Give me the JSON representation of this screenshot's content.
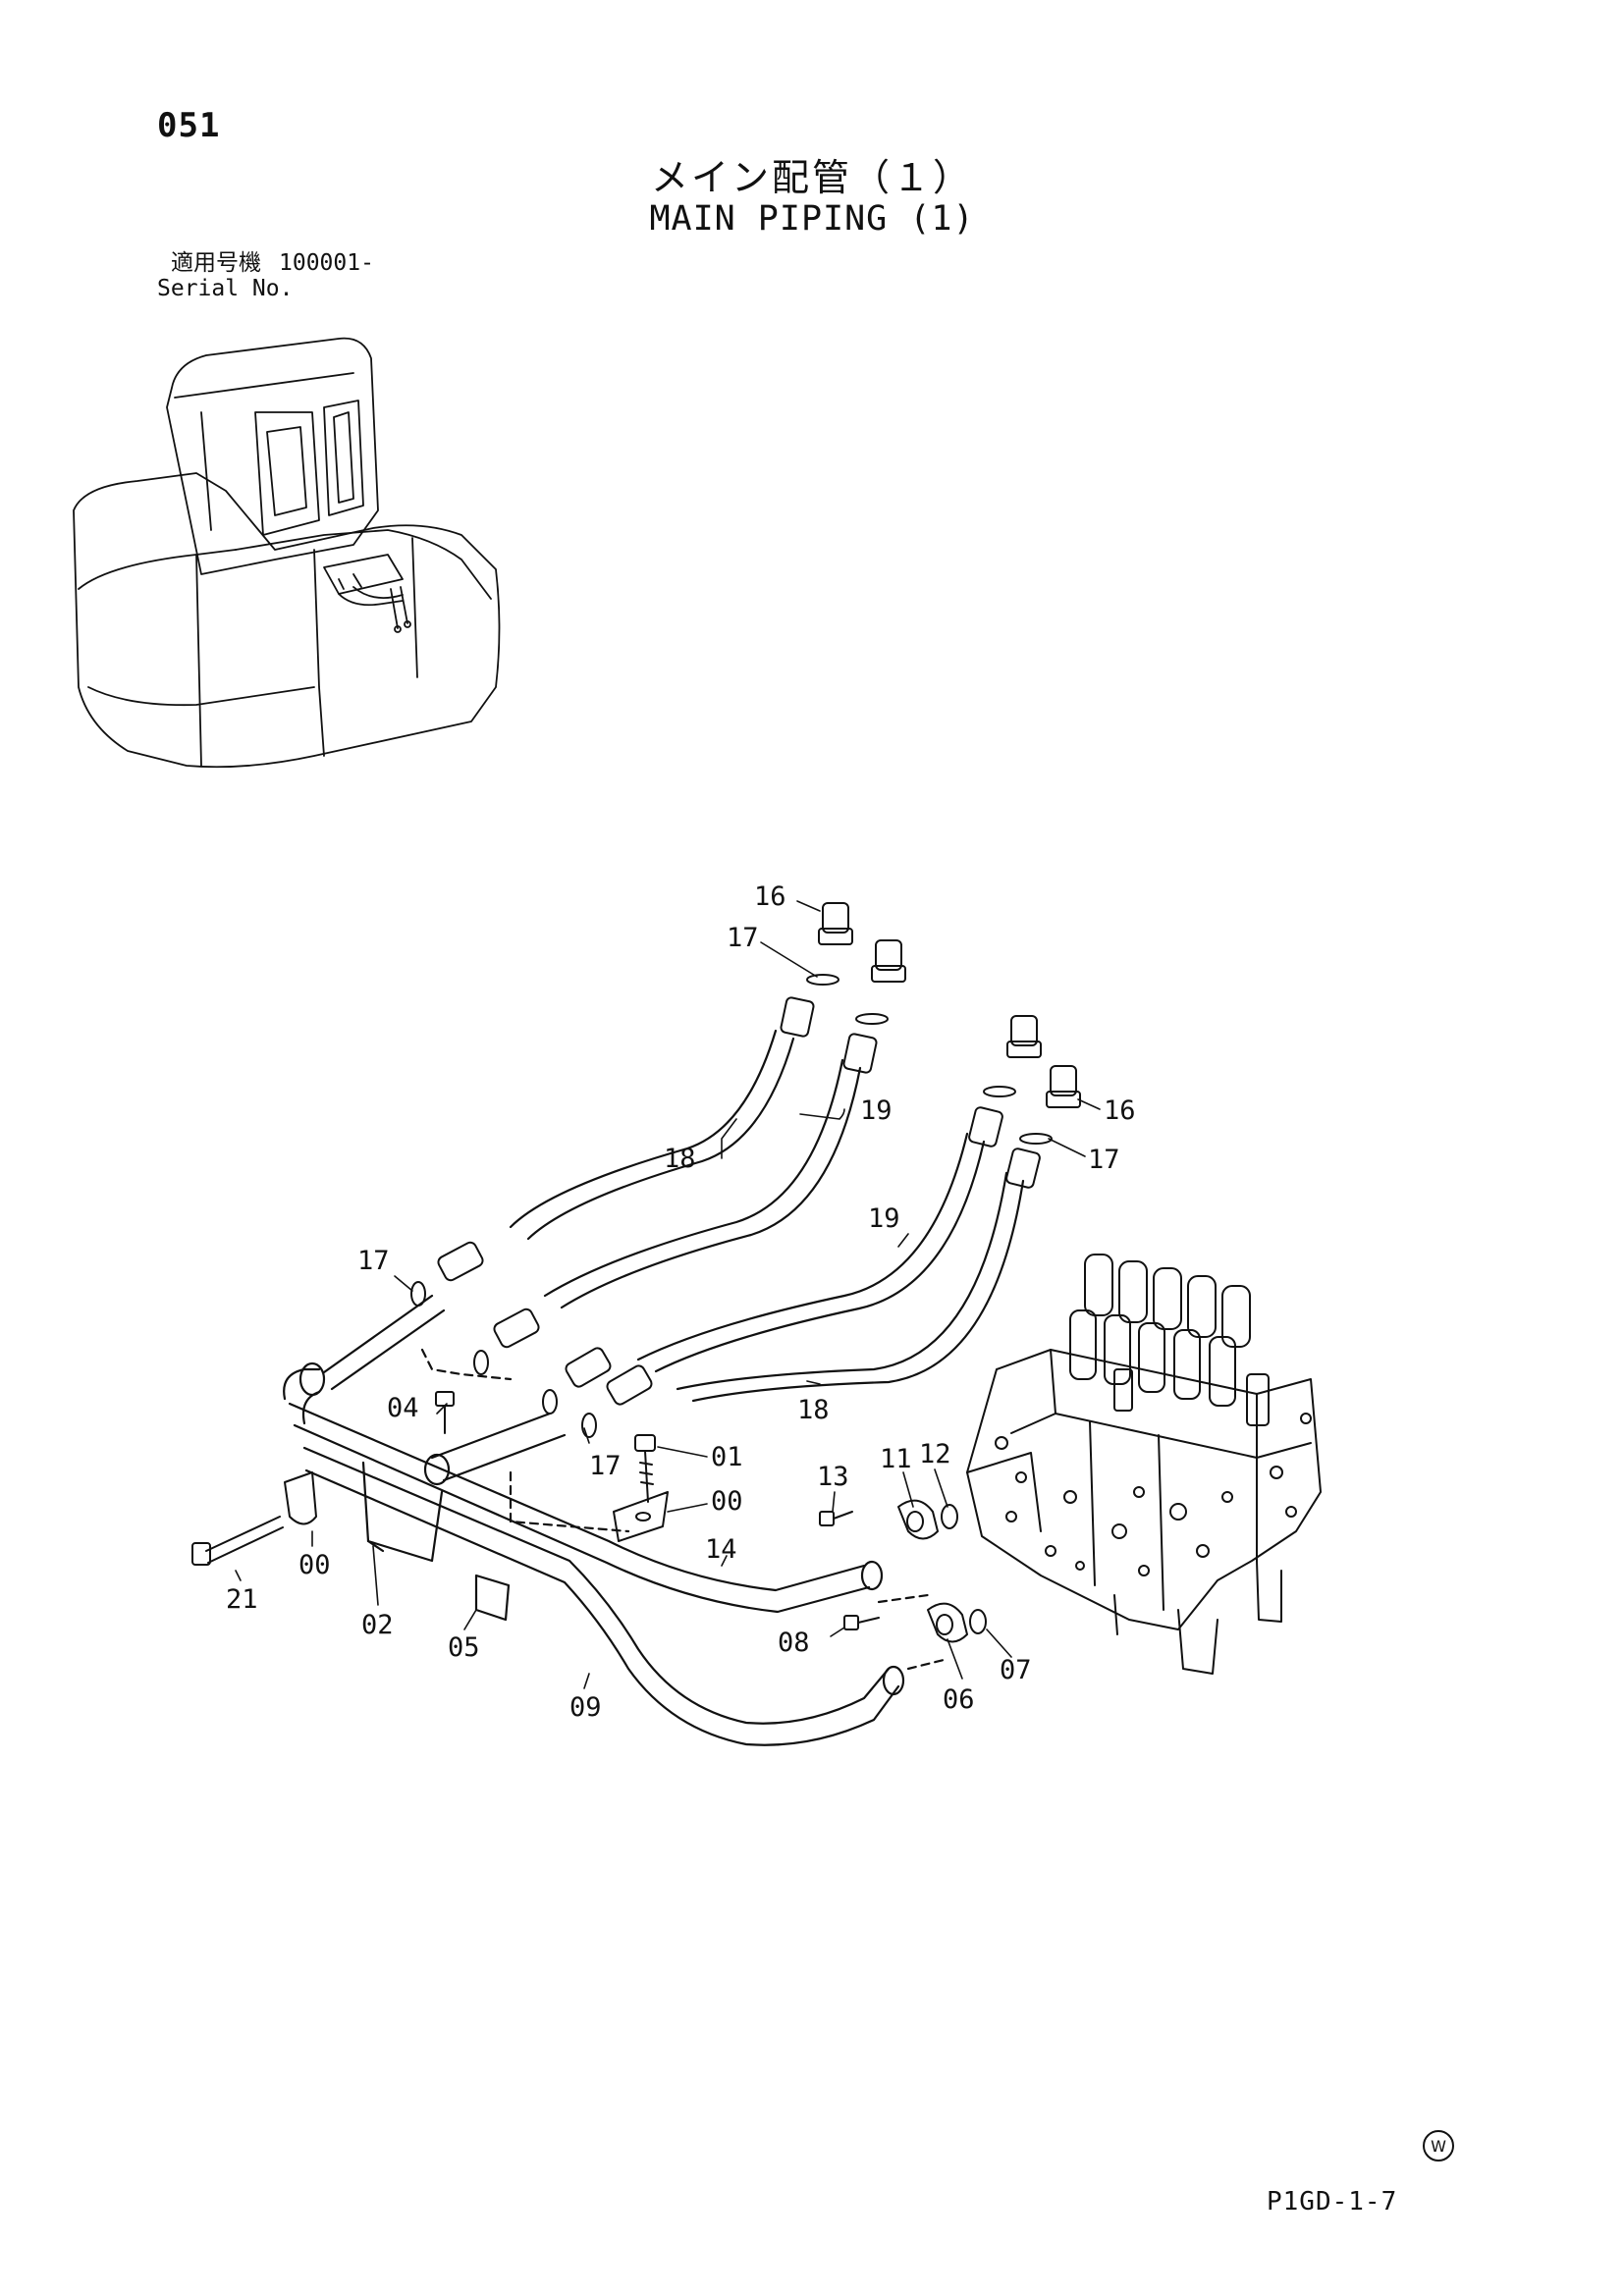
{
  "page_number": "051",
  "title_jp": "メイン配管（１）",
  "title_en": "MAIN PIPING (1)",
  "serial": {
    "label_jp": "適用号機",
    "label_en": "Serial No.",
    "value": "100001-"
  },
  "doc_code": "P1GD-1-7",
  "mark": "W",
  "callouts": {
    "c16a": "16",
    "c17a": "17",
    "c18a": "18",
    "c19a": "19",
    "c16b": "16",
    "c17b": "17",
    "c19b": "19",
    "c17c": "17",
    "c18b": "18",
    "c04": "04",
    "c17d": "17",
    "c01": "01",
    "c13": "13",
    "c11": "11",
    "c12": "12",
    "c00a": "00",
    "c14": "14",
    "c21": "21",
    "c00b": "00",
    "c02": "02",
    "c05": "05",
    "c08": "08",
    "c07": "07",
    "c06": "06",
    "c09": "09"
  }
}
